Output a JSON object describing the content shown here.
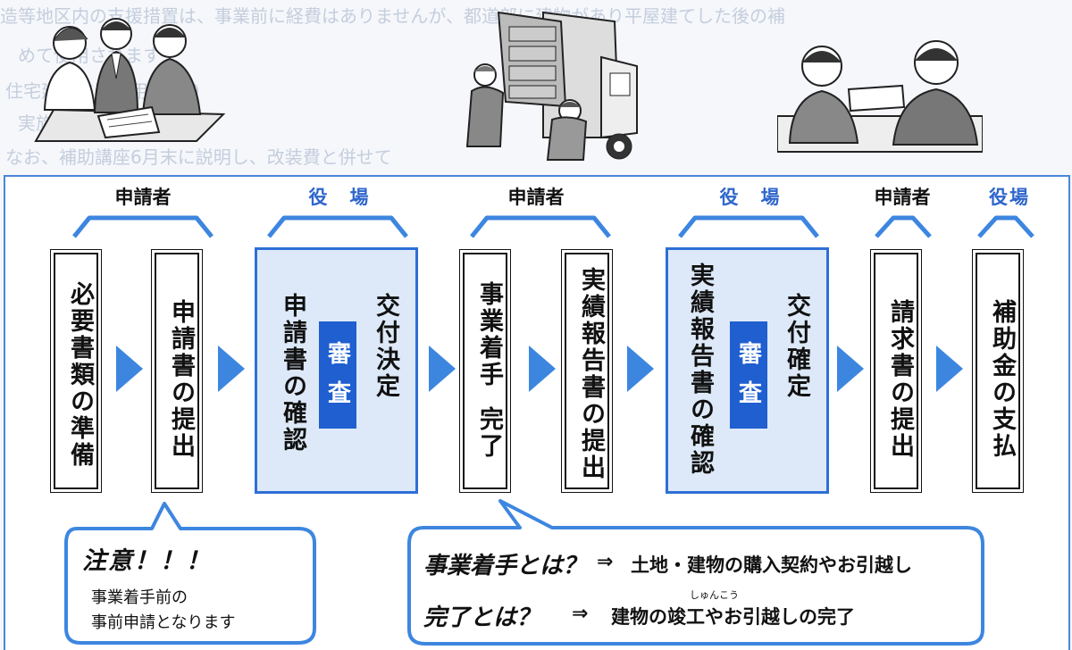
{
  "background_text": [
    "造等地区内の支援措置は、事業前に経費はありませんが、都道部に建物があり平屋建てした後の補",
    "めて使用されます",
    "住宅建物に不利用に係り",
    "実施しています",
    "なお、補助講座6月末に説明し、改装費と併せて"
  ],
  "groups": [
    {
      "label": "申請者",
      "color": "black"
    },
    {
      "label": "役　場",
      "color": "blue"
    },
    {
      "label": "申請者",
      "color": "black"
    },
    {
      "label": "役　場",
      "color": "blue"
    },
    {
      "label": "申請者",
      "color": "black"
    },
    {
      "label": "役場",
      "color": "blue"
    }
  ],
  "steps": {
    "s1": "必要書類の準備",
    "s2": "申請書の提出",
    "s3a": "交付決定",
    "s3b": "申請書の確認",
    "s4a": "事業着手",
    "s4b": "完了",
    "s5": "実績報告書の提出",
    "s6a": "交付確定",
    "s6b": "実績報告書の確認",
    "s7": "請求書の提出",
    "s8": "補助金の支払"
  },
  "review_badge": "審査",
  "note": {
    "title": "注意！！！",
    "line1": "事業着手前の",
    "line2": "事前申請となります"
  },
  "definitions": {
    "start_term": "事業着手とは？",
    "start_desc": "土地・建物の購入契約やお引越し",
    "finish_term": "完了とは？",
    "finish_desc": "建物の竣工やお引越しの完了",
    "ruby": "しゅんこう",
    "arrow_symbol": "⇒"
  },
  "colors": {
    "accent_blue": "#2f6fd6",
    "badge_blue": "#1f5fd0",
    "review_fill": "#dde9f8",
    "arrow_blue": "#3d86e0"
  },
  "icons": [
    "consultation-illustration",
    "moving-truck-illustration",
    "payment-handover-illustration",
    "chevron-arrow-icon"
  ]
}
